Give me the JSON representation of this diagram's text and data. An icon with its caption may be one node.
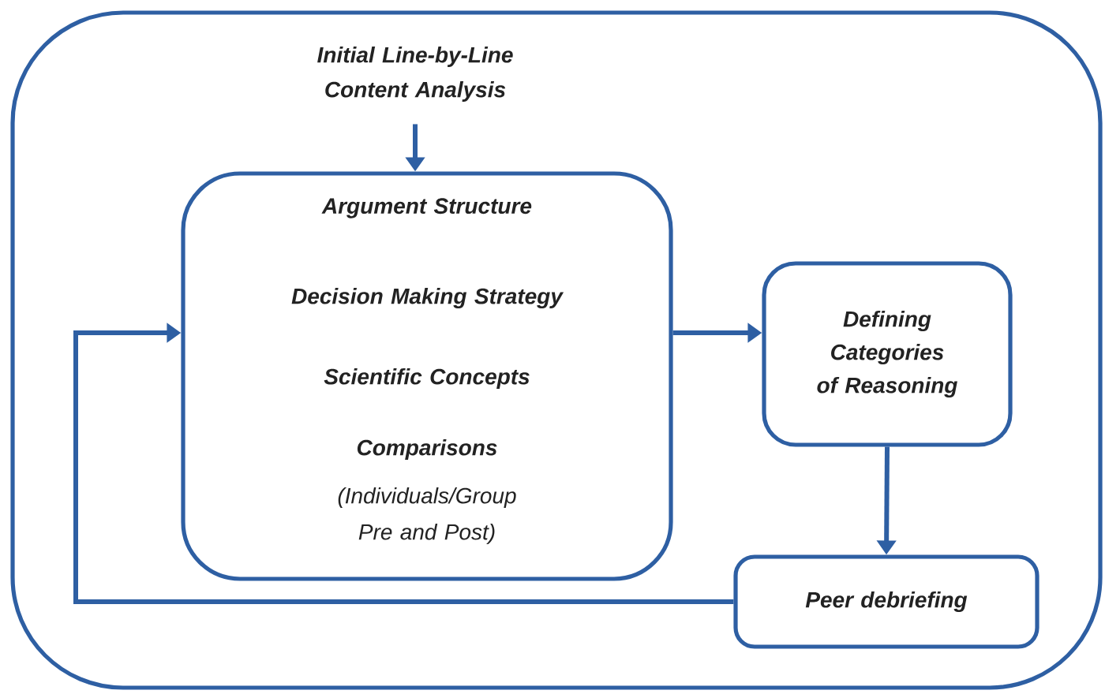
{
  "diagram": {
    "nodes": [
      {
        "text": [],
        "shape": "box"
      },
      {
        "text": [
          "Initial Line-by-Line Content Analysis"
        ],
        "in": 0
      },
      {
        "text": [
          "Argument Structure",
          "Decision Making Strategy",
          "Scientific Concepts",
          "Comparisons",
          "(Individuals/Group Pre and Post)"
        ],
        "in": 0
      },
      {
        "text": [
          "Defining Categories of Reasoning"
        ],
        "in": 0
      },
      {
        "text": [
          "Peer debriefing"
        ],
        "in": 0
      }
    ],
    "edges": [
      {
        "from": 1,
        "to": 2,
        "arrow": "to"
      },
      {
        "from": 2,
        "to": 3,
        "arrow": "to"
      },
      {
        "from": 3,
        "to": 4,
        "arrow": "to"
      },
      {
        "from": 4,
        "to": 2,
        "arrow": "to"
      }
    ]
  }
}
